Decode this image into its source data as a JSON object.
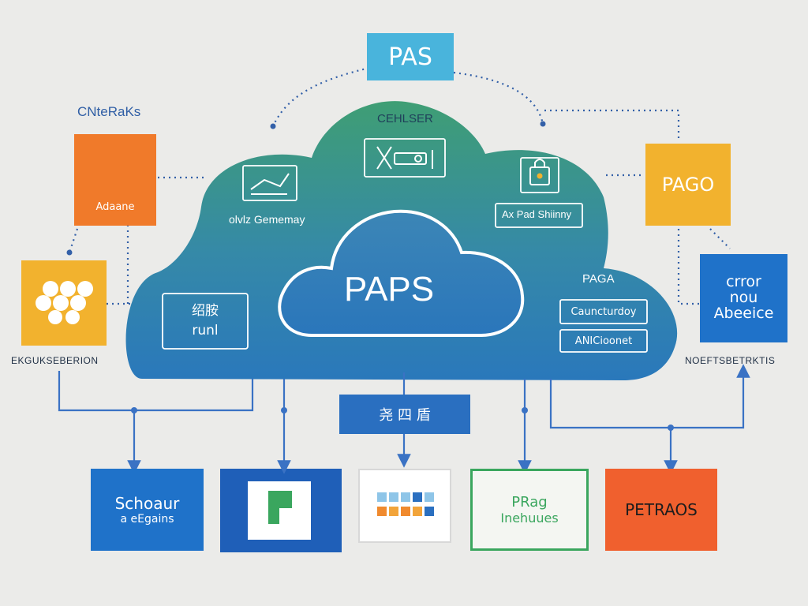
{
  "top_label": "PAS",
  "top_left_caption": "CNteRaKs",
  "cloud": {
    "header": "CEHLSER",
    "center": "PAPS",
    "left_item": "olvlz  Gememay",
    "right_item": "Ax Pad Shiinny",
    "inner_left": [
      "绍胺",
      "runl"
    ],
    "right_title": "PAGA",
    "right_rows": [
      "Cauncturdoy",
      "ANICioonet"
    ]
  },
  "left_nodes": {
    "orange_label": "Adaane",
    "yellow_caption": "EKGUKSEBERION"
  },
  "right_nodes": {
    "yellow_label": "PAGO",
    "blue_lines": [
      "crror",
      "nou",
      "Abeeice"
    ],
    "blue_caption": "NOEFTSBETRKTIS"
  },
  "mid_banner": "尧  四  盾",
  "bottom_row": {
    "schoaur": [
      "Schoaur",
      "a eEgains"
    ],
    "prag": [
      "PRag",
      "Inehuues"
    ],
    "petraos": "PETRAOS"
  },
  "colors": {
    "background": "#ebebe9",
    "cloud_green": "#3f9e74",
    "cloud_blue": "#2a78bb",
    "orange": "#f07a2a",
    "yellow": "#f2b22e",
    "blue": "#1f72c9",
    "cyan": "#49b4dc",
    "green": "#3aa65e",
    "red_orange": "#f0602e"
  }
}
